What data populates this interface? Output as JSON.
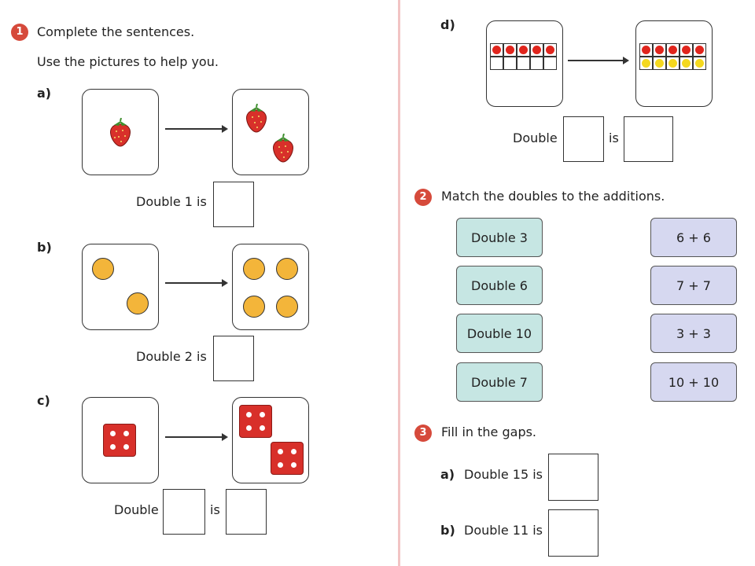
{
  "q1": {
    "number": "1",
    "instruction": "Complete the sentences.",
    "hint": "Use the pictures to help you.",
    "a": {
      "label": "a)",
      "sentence": "Double 1 is"
    },
    "b": {
      "label": "b)",
      "sentence": "Double 2 is"
    },
    "c": {
      "label": "c)",
      "word_double": "Double",
      "word_is": "is"
    },
    "d": {
      "label": "d)",
      "word_double": "Double",
      "word_is": "is"
    }
  },
  "q2": {
    "number": "2",
    "instruction": "Match the doubles to the additions.",
    "left_cards": [
      "Double 3",
      "Double 6",
      "Double 10",
      "Double 7"
    ],
    "right_cards": [
      "6 + 6",
      "7 + 7",
      "3 + 3",
      "10 + 10"
    ]
  },
  "q3": {
    "number": "3",
    "instruction": "Fill in the gaps.",
    "a": {
      "label": "a)",
      "sentence": "Double 15 is"
    },
    "b": {
      "label": "b)",
      "sentence": "Double 11 is"
    }
  },
  "colors": {
    "badge": "#d64a3b",
    "counter": "#f3b53a",
    "die": "#d8302a",
    "teal_card": "#c6e6e3",
    "lavender_card": "#d6d8f0",
    "divider": "#f2c4c4"
  },
  "pictures": {
    "a": {
      "before": {
        "strawberries": 1
      },
      "after": {
        "strawberries": 2
      }
    },
    "b": {
      "before": {
        "counters": 2
      },
      "after": {
        "counters": 4
      }
    },
    "c": {
      "before": {
        "dice": 1,
        "pips_each": 4
      },
      "after": {
        "dice": 2,
        "pips_each": 4
      }
    },
    "d": {
      "before": {
        "red": 5,
        "yellow": 0
      },
      "after": {
        "red": 5,
        "yellow": 5
      }
    }
  }
}
